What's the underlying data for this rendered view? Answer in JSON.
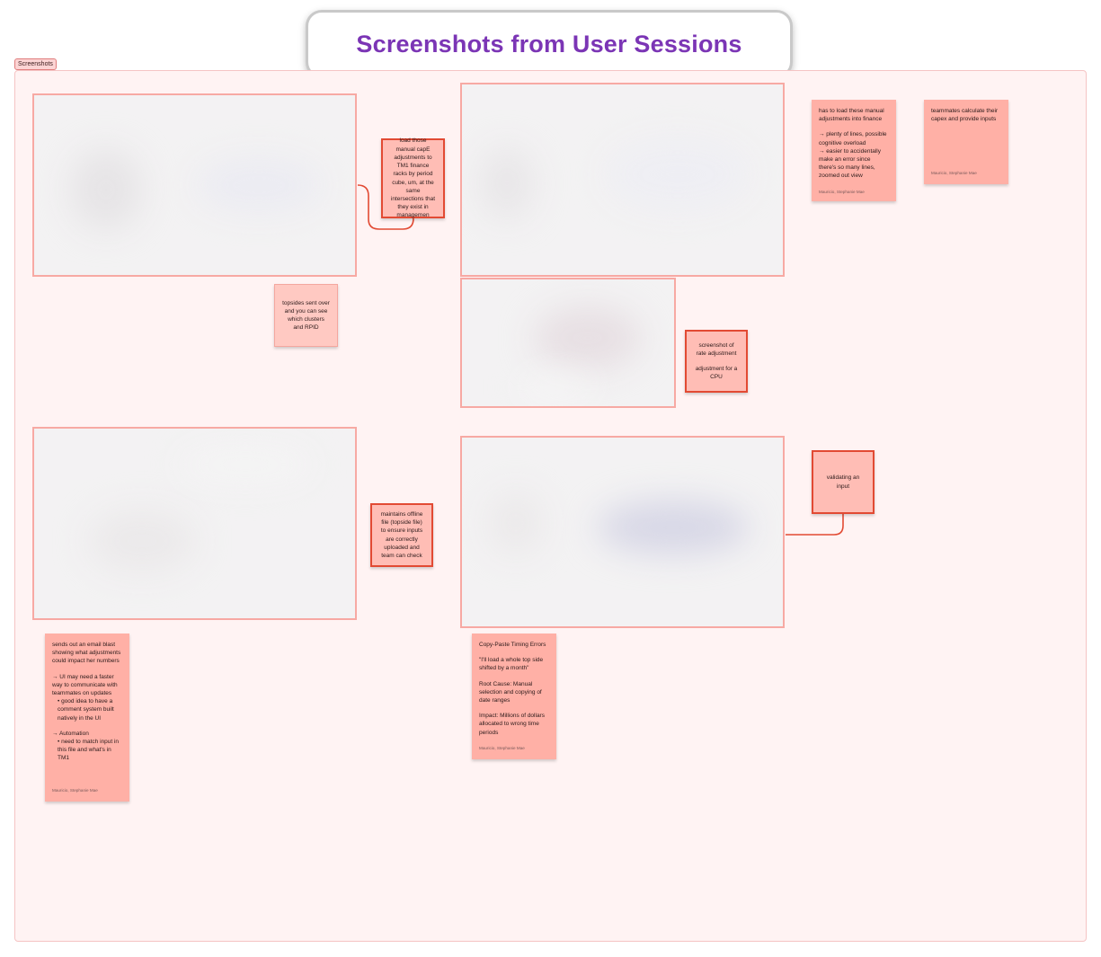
{
  "board": {
    "title": "Screenshots from User Sessions",
    "section_label": "Screenshots"
  },
  "notes": {
    "load_capex": "load those manual capE adjustments to TM1 finance racks by period cube, um, at the same intersections that they exist in managemen",
    "topsides": "topsides sent over and you can see which clusters and RPID",
    "manual_adj": {
      "line1": "has to load these manual adjustments into finance",
      "line2": "→ plenty of lines, possible cognitive overload",
      "line3": "→ easier to accidentally make an error since there's so many lines, zoomed out view",
      "author": "Mauricio, Stephanie Mae"
    },
    "teammates": {
      "text": "teammates calculate their capex and provide inputs",
      "author": "Mauricio, Stephanie Mae"
    },
    "rate_adj": {
      "line1": "screenshot of rate adjustment",
      "line2": "adjustment for a CPU"
    },
    "offline": "maintains offline file (topside file) to ensure inputs are correctly uploaded and team can check",
    "validating": "validating an input",
    "email": {
      "line1": "sends out an email blast showing what adjustments could impact her numbers",
      "line2": "→ UI may need a faster way to communicate with teammates on updates",
      "line3": "• good idea to have a comment system built natively in the UI",
      "line4": "→ Automation",
      "line5": "• need to match input in this file and what's in TM1",
      "author": "Mauricio, Stephanie Mae"
    },
    "copy_paste": {
      "line1": "Copy-Paste Timing Errors",
      "line2": "\"I'll load a whole top side shifted by a month\"",
      "line3": "Root Cause: Manual selection and copying of date ranges",
      "line4": "Impact: Millions of dollars allocated to wrong time periods",
      "author": "Mauricio, Stephanie Mae"
    }
  },
  "colors": {
    "title": "#7b35b5",
    "sticky": "#ffb0a6",
    "sticky_border": "#e24a33",
    "section_bg": "#fff3f3",
    "screenshot_border": "#f7a9a3"
  }
}
